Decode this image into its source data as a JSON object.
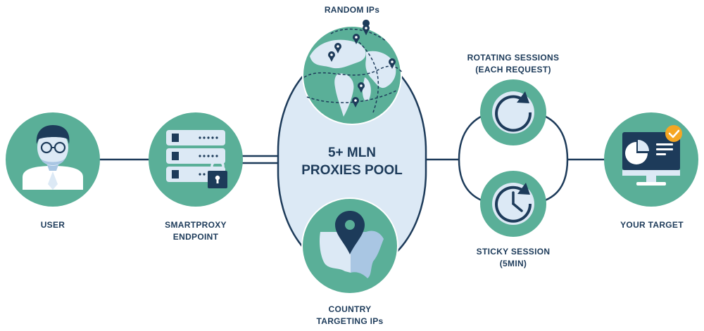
{
  "colors": {
    "teal": "#5aaf98",
    "navy": "#1d3b5a",
    "pale_blue": "#dce9f5",
    "light_blue": "#a9c6e3",
    "white": "#ffffff",
    "orange": "#f5a623"
  },
  "nodes": {
    "user": {
      "label": "USER",
      "icon": "user-icon"
    },
    "endpoint": {
      "label_line1": "SMARTPROXY",
      "label_line2": "ENDPOINT",
      "icon": "server-lock-icon"
    },
    "pool": {
      "line1": "5+ MLN",
      "line2": "PROXIES POOL"
    },
    "random_ips": {
      "label": "RANDOM IPs",
      "icon": "globe-pins-icon"
    },
    "country_targeting": {
      "label_line1": "COUNTRY",
      "label_line2": "TARGETING IPs",
      "icon": "country-map-pin-icon"
    },
    "rotating": {
      "label_line1": "ROTATING SESSIONS",
      "label_line2": "(EACH REQUEST)",
      "icon": "rotate-icon"
    },
    "sticky": {
      "label_line1": "STICKY SESSION",
      "label_line2": "(5MIN)",
      "icon": "clock-icon"
    },
    "target": {
      "label": "YOUR TARGET",
      "icon": "monitor-chart-icon"
    }
  }
}
